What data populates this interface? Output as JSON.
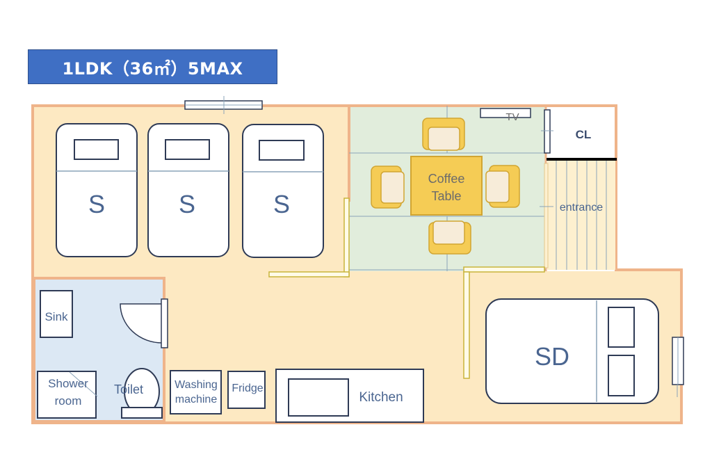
{
  "title": "1LDK（36㎡）5MAX",
  "colors": {
    "banner": "#3f6fc4",
    "wall": "#efb48a",
    "floor": "#fde9c2",
    "living_floor": "#e1eddc",
    "bath_floor": "#dce8f4",
    "furniture_yellow": "#f5cc55",
    "outline": "#2e3a55"
  },
  "bedroom": {
    "beds": [
      {
        "label": "S"
      },
      {
        "label": "S"
      },
      {
        "label": "S"
      }
    ]
  },
  "living": {
    "table_label_line1": "Coffee",
    "table_label_line2": "Table",
    "tv_label": "TV",
    "closet_label": "CL",
    "entrance_label": "entrance"
  },
  "bathroom": {
    "sink_label": "Sink",
    "shower_line1": "Shower",
    "shower_line2": "room",
    "toilet_label": "Toilet"
  },
  "kitchen_area": {
    "washer_line1": "Washing",
    "washer_line2": "machine",
    "fridge_label": "Fridge",
    "kitchen_label": "Kitchen"
  },
  "second_bedroom": {
    "bed_label": "SD"
  }
}
